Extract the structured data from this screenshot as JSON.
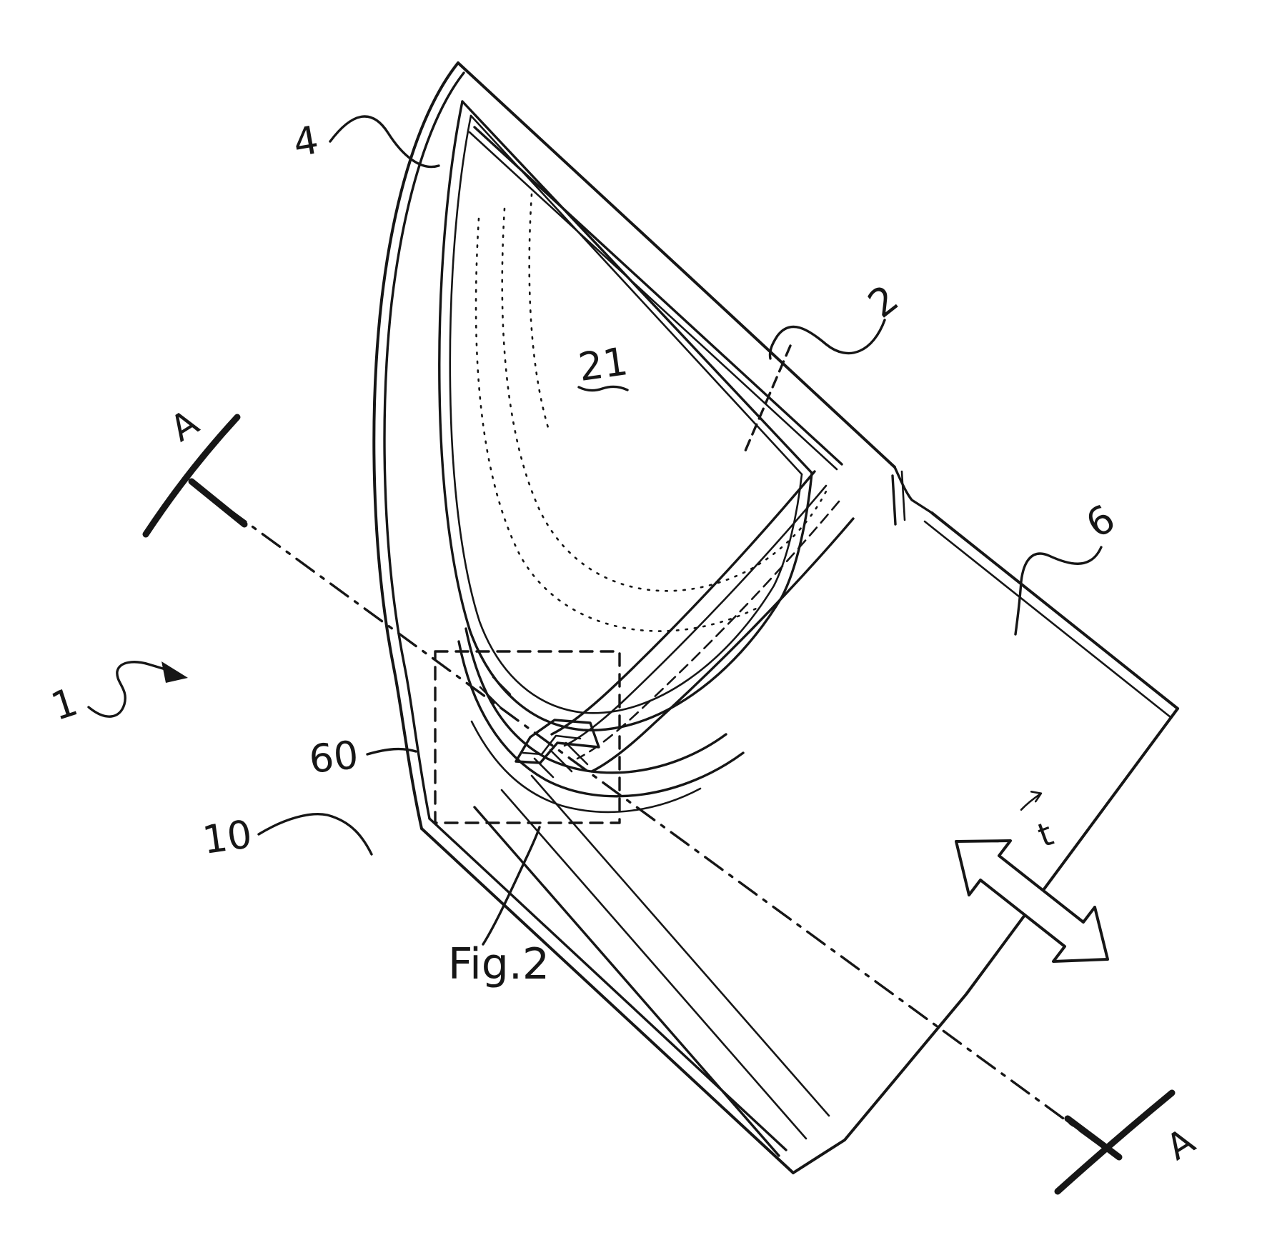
{
  "figure": {
    "caption": "Fig.2",
    "section_letter": "A",
    "labels": {
      "ref1": "1",
      "ref2": "2",
      "ref4": "4",
      "ref6": "6",
      "ref10": "10",
      "ref21": "21",
      "ref60": "60",
      "vector_t": "t"
    },
    "colors": {
      "ink": "#161616",
      "paper": "#ffffff"
    }
  }
}
